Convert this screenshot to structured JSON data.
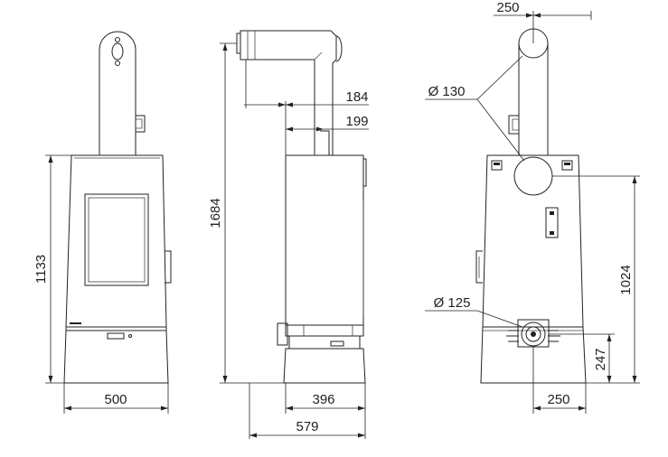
{
  "front_view": {
    "height_label": "1133",
    "width_label": "500"
  },
  "side_view": {
    "total_height_label": "1684",
    "flue_offset_top_label": "184",
    "flue_offset_bottom_label": "199",
    "body_depth_label": "396",
    "total_depth_label": "579"
  },
  "rear_view": {
    "top_offset_label": "250",
    "flue_diameter_label": "Ø 130",
    "air_inlet_diameter_label": "Ø 125",
    "flue_height_label": "1024",
    "air_inlet_height_label": "247",
    "air_inlet_offset_label": "250"
  }
}
